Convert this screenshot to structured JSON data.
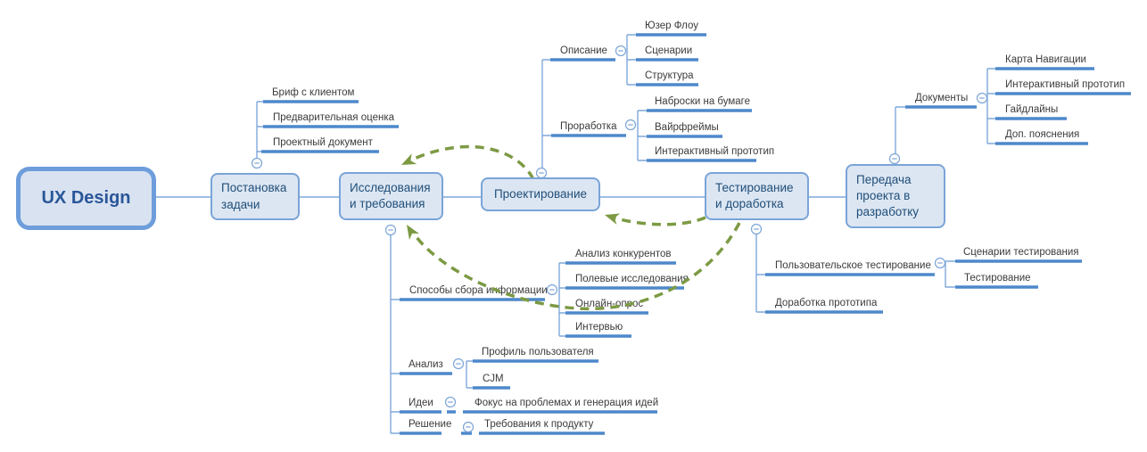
{
  "diagram": {
    "root": {
      "label": "UX Design"
    },
    "topics": [
      {
        "label": "Постановка задачи",
        "children": [
          {
            "label": "Бриф с клиентом"
          },
          {
            "label": "Предварительная оценка"
          },
          {
            "label": "Проектный документ"
          }
        ]
      },
      {
        "label": "Исследования и требования",
        "children": [
          {
            "label": "Способы сбора информации",
            "children": [
              {
                "label": "Анализ конкурентов"
              },
              {
                "label": "Полевые исследования"
              },
              {
                "label": "Онлайн-опрос"
              },
              {
                "label": "Интервью"
              }
            ]
          },
          {
            "label": "Анализ",
            "children": [
              {
                "label": "Профиль пользователя"
              },
              {
                "label": "CJM"
              }
            ]
          },
          {
            "label": "Идеи",
            "children": [
              {
                "label": "Фокус на проблемах и генерация идей"
              }
            ]
          },
          {
            "label": "Решение",
            "children": [
              {
                "label": "Требования к продукту"
              }
            ]
          }
        ]
      },
      {
        "label": "Проектирование",
        "children": [
          {
            "label": "Описание",
            "children": [
              {
                "label": "Юзер Флоу"
              },
              {
                "label": "Сценарии"
              },
              {
                "label": "Структура"
              }
            ]
          },
          {
            "label": "Проработка",
            "children": [
              {
                "label": "Наброски на бумаге"
              },
              {
                "label": "Вайрфреймы"
              },
              {
                "label": "Интерактивный прототип"
              }
            ]
          }
        ]
      },
      {
        "label": "Тестирование и доработка",
        "children": [
          {
            "label": "Пользовательское тестирование",
            "children": [
              {
                "label": "Сценарии тестирования"
              },
              {
                "label": "Тестирование"
              }
            ]
          },
          {
            "label": "Доработка прототипа"
          }
        ]
      },
      {
        "label": "Передача проекта в разработку",
        "children": [
          {
            "label": "Документы",
            "children": [
              {
                "label": "Карта Навигации"
              },
              {
                "label": "Интерактивный прототип"
              },
              {
                "label": "Гайдлайны"
              },
              {
                "label": "Доп. пояснения"
              }
            ]
          }
        ]
      }
    ],
    "feedback_loops": [
      {
        "from": "Проектирование",
        "to": "Исследования и требования"
      },
      {
        "from": "Тестирование и доработка",
        "to": "Проектирование"
      },
      {
        "from": "Тестирование и доработка",
        "to": "Исследования и требования"
      }
    ],
    "colors": {
      "node_fill": "#dce6f2",
      "node_border": "#7aa4d8",
      "node_text": "#1f4e79",
      "branch_line": "#7fa8dc",
      "topic_underline": "#4e88cb",
      "leaf_text": "#3b3b3b",
      "feedback_arrow": "#7c9a43"
    }
  }
}
